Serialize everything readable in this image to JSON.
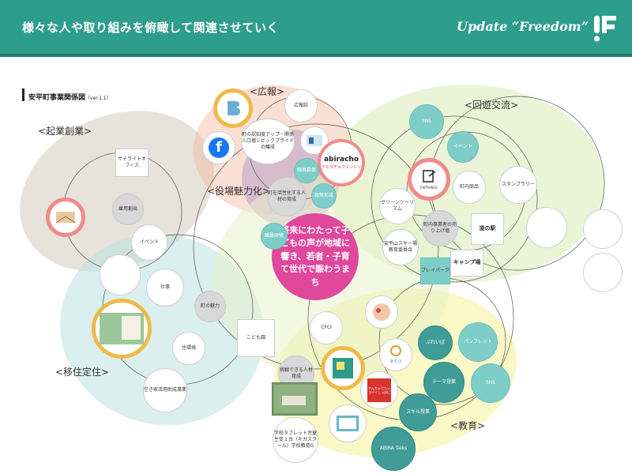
{
  "header": {
    "title": "様々な人や取り組みを俯瞰して関連させていく",
    "update": "Update “Freedom”"
  },
  "doc": {
    "title": "安平町事業関係図",
    "version": "（ver.1.1）"
  },
  "groups": {
    "kigyo": "<起業創業>",
    "koho": "<広報>",
    "kaiyu": "<回遊交流>",
    "yakuba": "<役場魅力化>",
    "iju": "<移住定住>",
    "kyoiku": "<教育>"
  },
  "center": "将来にわたって子どもの声が地域に響き、若者・子育て世代で賑わうまち",
  "nodes": {
    "satellite": "サテライトオフィス",
    "koyo": "雇用創出",
    "event_kigyo": "イベント",
    "kohoshi": "広報誌",
    "chiname": "町の認知度アップ・関係人口増シビックプライドの醸成",
    "shokuin_bosyu": "職員募集",
    "machi_kasseika": "町を活性化する人材の育成",
    "seisaku": "政策形成",
    "shokuin_kenshu": "職員研修",
    "abiracho": "abiracho",
    "abiracho_sub": "アビラチョウエンジン",
    "sns_kaiyu": "SNS",
    "event_kaiyu": "イベント",
    "chonai_shohin": "町内商品",
    "stamp": "スタンプラリー",
    "green": "グリーンツーリズム",
    "chonai_jigyo": "町内事業者の売り上げ増",
    "michi_no_eki": "道の駅",
    "ski": "安平山スキー場教育委員会",
    "camp": "キャンプ場",
    "playpark": "プレイパーク",
    "entrance": "ENTRANCE",
    "shigoto": "仕事",
    "machi_miryoku": "町の魅力",
    "jutaku": "住環境",
    "akiya": "空き家活用助成事業",
    "kodomoen": "こども園",
    "cfci": "CFCI",
    "kyoso": "挑戦できる人材育成",
    "school": "学校タブレット児童生徒１台（ギガスクール）学校教育G",
    "fureaipia": "ぷれいぱ",
    "pamphlet": "パンフレット",
    "theme": "テーマ授業",
    "sns_kyoiku": "SNS",
    "skill": "スキル授業",
    "abira_talks": "ABIRA Talks",
    "asobi": "あそび",
    "yanbaru": "やんちゃでカッコイイしっぽに"
  }
}
